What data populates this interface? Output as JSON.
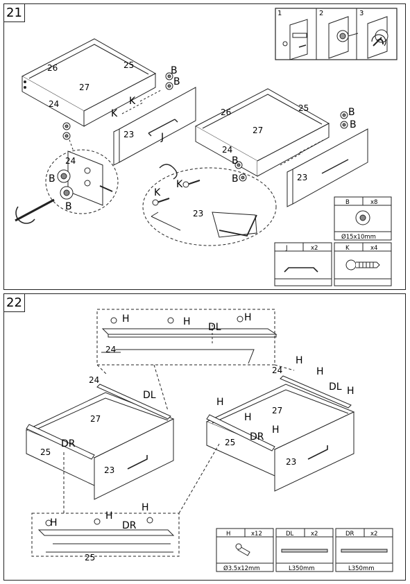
{
  "steps": [
    {
      "number": "21"
    },
    {
      "number": "22"
    }
  ],
  "step21": {
    "inset_steps": [
      "1",
      "2",
      "3"
    ],
    "part_labels": {
      "p26": "26",
      "p25": "25",
      "p27": "27",
      "p24": "24",
      "p23": "23"
    },
    "hw": {
      "B": "B",
      "K": "K",
      "J": "J"
    },
    "parts_boxes": [
      {
        "letter": "B",
        "qty": "x8",
        "size": "Ø15x10mm"
      },
      {
        "letter": "J",
        "qty": "x2",
        "size": ""
      },
      {
        "letter": "K",
        "qty": "x4",
        "size": ""
      }
    ]
  },
  "step22": {
    "part_labels": {
      "p24": "24",
      "p27": "27",
      "p25": "25",
      "p23": "23"
    },
    "hw": {
      "H": "H",
      "DL": "DL",
      "DR": "DR"
    },
    "parts_boxes": [
      {
        "letter": "H",
        "qty": "x12",
        "size": "Ø3.5x12mm"
      },
      {
        "letter": "DL",
        "qty": "x2",
        "size": "L350mm"
      },
      {
        "letter": "DR",
        "qty": "x2",
        "size": "L350mm"
      }
    ]
  }
}
